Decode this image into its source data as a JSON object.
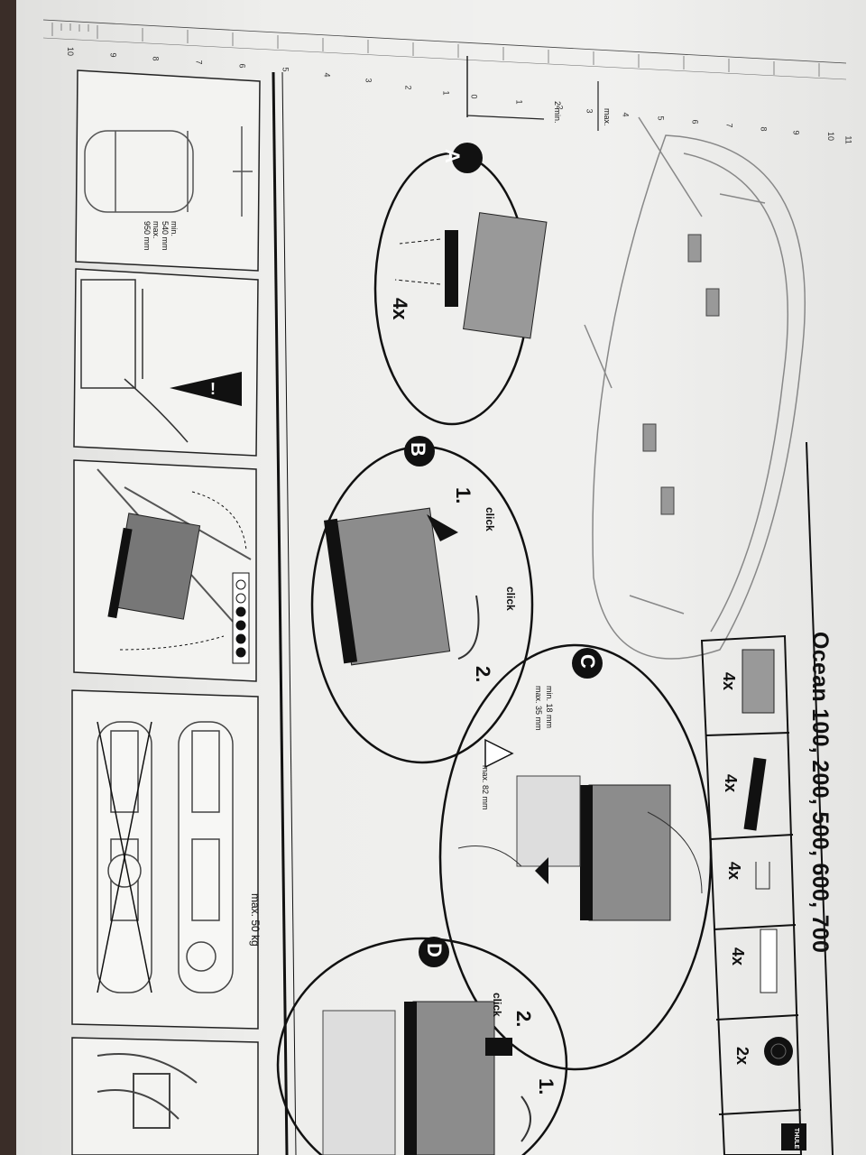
{
  "document": {
    "title": "Ocean 100, 200, 500, 600, 700",
    "parts": [
      {
        "qty": "4x",
        "icon": "clamp-bracket-icon"
      },
      {
        "qty": "4x",
        "icon": "rubber-strip-icon"
      },
      {
        "qty": "4x",
        "icon": "u-bolt-icon"
      },
      {
        "qty": "4x",
        "icon": "end-cap-icon"
      },
      {
        "qty": "2x",
        "icon": "key-icon"
      }
    ],
    "steps": {
      "a": {
        "letter": "A",
        "qty": "4x"
      },
      "b": {
        "letter": "B",
        "sub1": "1.",
        "sub2": "2.",
        "click1": "click",
        "click2": "click"
      },
      "c": {
        "letter": "C",
        "min_mm": "min. 18 mm",
        "max_mm": "max. 35 mm",
        "max_82": "max. 82 mm"
      },
      "d": {
        "letter": "D",
        "sub1": "1.",
        "sub2": "2.",
        "click": "click"
      }
    },
    "left_panels": {
      "spacing": {
        "min": "min.",
        "min_val": "540 mm",
        "max": "max.",
        "max_val": "950 mm"
      },
      "load": {
        "max_kg": "max. 50 kg"
      }
    },
    "ruler": {
      "label_min": "2 min.",
      "label_max": "max.",
      "scale_top": [
        "10",
        "9",
        "8",
        "7",
        "6",
        "5",
        "4",
        "3",
        "2",
        "1"
      ],
      "scale_side": [
        "0",
        "1",
        "2",
        "3",
        "4",
        "5",
        "6",
        "7",
        "8",
        "9",
        "10",
        "11"
      ]
    },
    "brand": "THULE"
  }
}
